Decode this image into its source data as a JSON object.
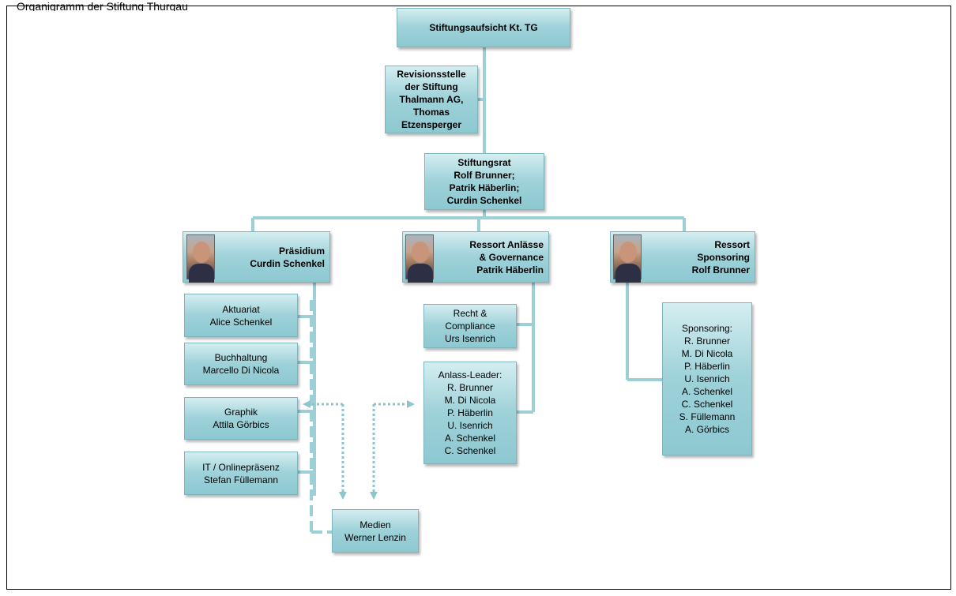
{
  "header_text": "Organigramm der Stiftung Thurgau",
  "nodes": {
    "aufsicht": {
      "lines": [
        "Stiftungsaufsicht Kt. TG"
      ]
    },
    "revision": {
      "lines": [
        "Revisionsstelle",
        "der Stiftung",
        "Thalmann AG,",
        "Thomas",
        "Etzensperger"
      ]
    },
    "rat": {
      "lines": [
        "Stiftungsrat",
        "Rolf Brunner;",
        "Patrik Häberlin;",
        "Curdin Schenkel"
      ]
    },
    "praesidium": {
      "lines": [
        "Präsidium",
        "Curdin Schenkel"
      ]
    },
    "anlaesse": {
      "lines": [
        "Ressort Anlässe",
        "& Governance",
        "Patrik Häberlin"
      ]
    },
    "sponsoring_ressort": {
      "lines": [
        "Ressort",
        "Sponsoring",
        "Rolf Brunner"
      ]
    },
    "aktuariat": {
      "lines": [
        "Aktuariat",
        "Alice Schenkel"
      ]
    },
    "buchhaltung": {
      "lines": [
        "Buchhaltung",
        "Marcello Di Nicola"
      ]
    },
    "graphik": {
      "lines": [
        "Graphik",
        "Attila Görbics"
      ]
    },
    "it": {
      "lines": [
        "IT / Onlinepräsenz",
        "Stefan Füllemann"
      ]
    },
    "medien": {
      "lines": [
        "Medien",
        "Werner Lenzin"
      ]
    },
    "recht": {
      "lines": [
        "Recht &",
        "Compliance",
        "Urs Isenrich"
      ]
    },
    "anlass_leader": {
      "lines": [
        "Anlass-Leader:",
        "R. Brunner",
        "M. Di Nicola",
        "P. Häberlin",
        "U. Isenrich",
        "A.  Schenkel",
        "C. Schenkel"
      ]
    },
    "sponsoring_list": {
      "lines": [
        "Sponsoring:",
        "R. Brunner",
        "M. Di Nicola",
        "P. Häberlin",
        "U. Isenrich",
        "A. Schenkel",
        "C. Schenkel",
        "S. Füllemann",
        "A. Görbics"
      ]
    }
  },
  "colors": {
    "box_fill": "#9fd2d9",
    "connector": "#9ccfd6",
    "dotted_arrow": "#8cc5cd"
  }
}
